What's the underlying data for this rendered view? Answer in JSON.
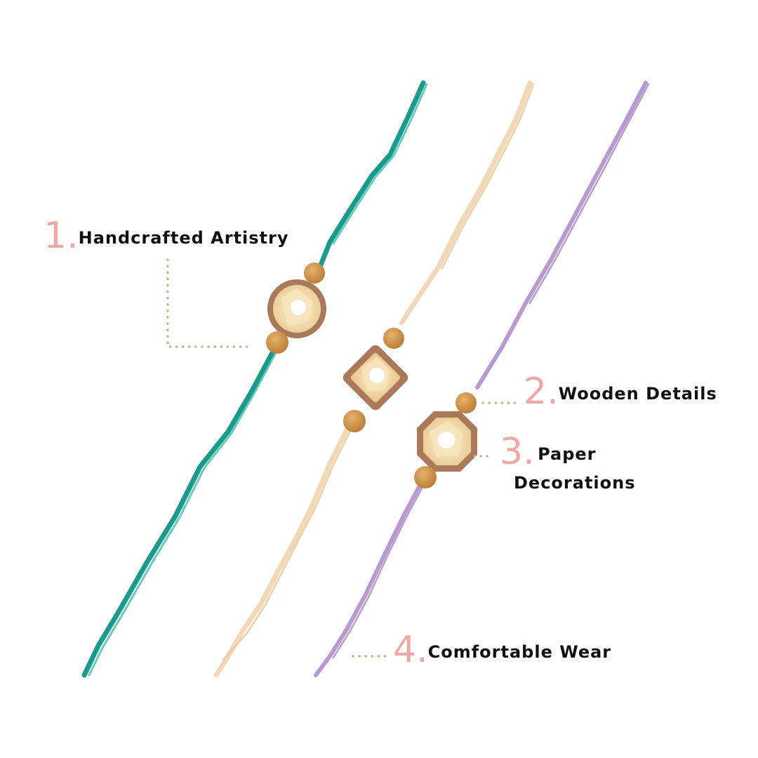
{
  "callouts": [
    {
      "number": "1.",
      "label": "Handcrafted Artistry"
    },
    {
      "number": "2.",
      "label": "Wooden Details"
    },
    {
      "number": "3.",
      "label_line1": "Paper",
      "label_line2": "Decorations"
    },
    {
      "number": "4.",
      "label": "Comfortable Wear"
    }
  ],
  "colors": {
    "number": "#eea9a6",
    "dotted_leader": "#c8b184",
    "teal_thread": "#1a9a8a",
    "cream_thread": "#f1d9b8",
    "lilac_thread": "#b89ad0",
    "wood_frame": "#a9795a",
    "wood_bead": "#d49a52",
    "paper_core": "#f3ddb0"
  }
}
